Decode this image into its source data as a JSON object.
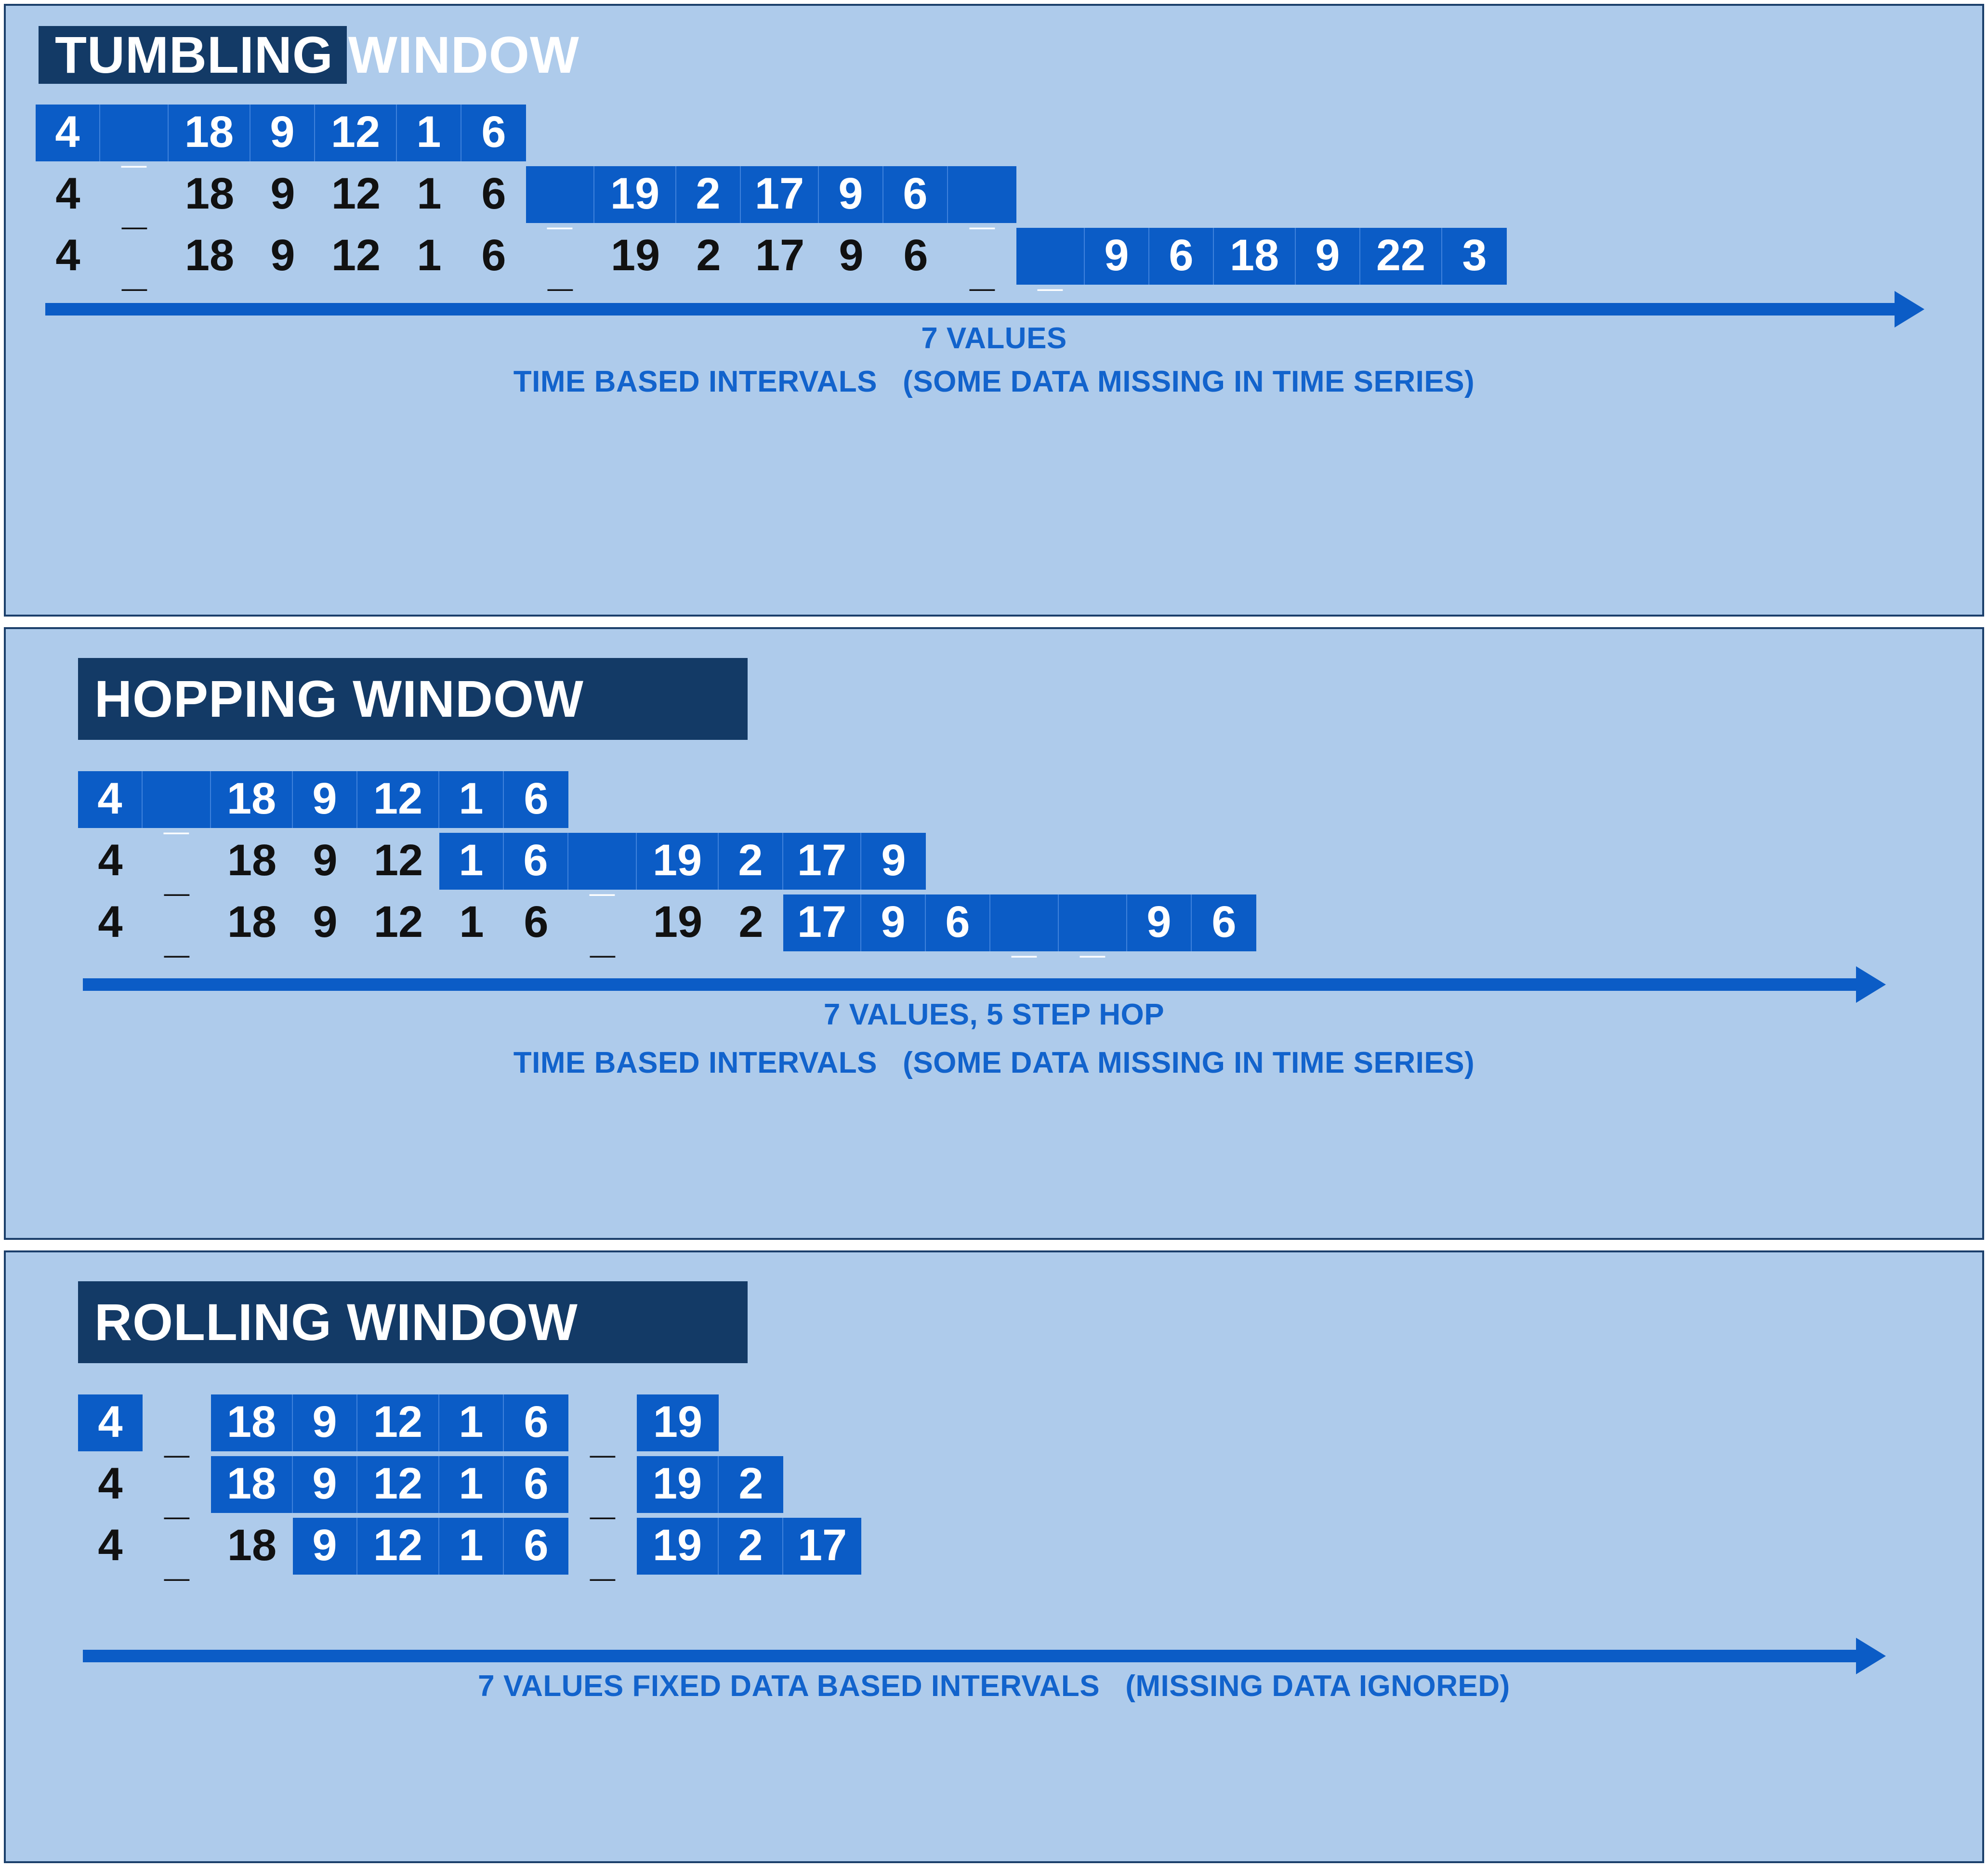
{
  "meta": {
    "bg_color": "#aecbeb",
    "panel_border_color": "#1b3f6b",
    "title_plate_color": "#133a66",
    "highlight_color": "#0b5cc6",
    "caption_color": "#1263cc",
    "value_text_dark": "#111111",
    "value_text_light": "#ffffff"
  },
  "panels": [
    {
      "id": "tumbling",
      "title": "TUMBLING WINDOW",
      "rows": [
        {
          "cells": [
            {
              "v": "4",
              "hl": true
            },
            {
              "v": "_",
              "hl": true
            },
            {
              "v": "18",
              "hl": true
            },
            {
              "v": "9",
              "hl": true
            },
            {
              "v": "12",
              "hl": true
            },
            {
              "v": "1",
              "hl": true
            },
            {
              "v": "6",
              "hl": true
            }
          ]
        },
        {
          "cells": [
            {
              "v": "4",
              "hl": false
            },
            {
              "v": "_",
              "hl": false
            },
            {
              "v": "18",
              "hl": false
            },
            {
              "v": "9",
              "hl": false
            },
            {
              "v": "12",
              "hl": false
            },
            {
              "v": "1",
              "hl": false
            },
            {
              "v": "6",
              "hl": false
            },
            {
              "v": "_",
              "hl": true
            },
            {
              "v": "19",
              "hl": true
            },
            {
              "v": "2",
              "hl": true
            },
            {
              "v": "17",
              "hl": true
            },
            {
              "v": "9",
              "hl": true
            },
            {
              "v": "6",
              "hl": true
            },
            {
              "v": "_",
              "hl": true
            }
          ]
        },
        {
          "cells": [
            {
              "v": "4",
              "hl": false
            },
            {
              "v": "_",
              "hl": false
            },
            {
              "v": "18",
              "hl": false
            },
            {
              "v": "9",
              "hl": false
            },
            {
              "v": "12",
              "hl": false
            },
            {
              "v": "1",
              "hl": false
            },
            {
              "v": "6",
              "hl": false
            },
            {
              "v": "_",
              "hl": false
            },
            {
              "v": "19",
              "hl": false
            },
            {
              "v": "2",
              "hl": false
            },
            {
              "v": "17",
              "hl": false
            },
            {
              "v": "9",
              "hl": false
            },
            {
              "v": "6",
              "hl": false
            },
            {
              "v": "_",
              "hl": false
            },
            {
              "v": "_",
              "hl": true
            },
            {
              "v": "9",
              "hl": true
            },
            {
              "v": "6",
              "hl": true
            },
            {
              "v": "18",
              "hl": true
            },
            {
              "v": "9",
              "hl": true
            },
            {
              "v": "22",
              "hl": true
            },
            {
              "v": "3",
              "hl": true
            }
          ]
        }
      ],
      "caption_line1": "7 VALUES",
      "caption_line2": "TIME BASED INTERVALS   (SOME DATA MISSING IN TIME SERIES)"
    },
    {
      "id": "hopping",
      "title": "HOPPING WINDOW",
      "rows": [
        {
          "cells": [
            {
              "v": "4",
              "hl": true
            },
            {
              "v": "_",
              "hl": true
            },
            {
              "v": "18",
              "hl": true
            },
            {
              "v": "9",
              "hl": true
            },
            {
              "v": "12",
              "hl": true
            },
            {
              "v": "1",
              "hl": true
            },
            {
              "v": "6",
              "hl": true
            }
          ]
        },
        {
          "cells": [
            {
              "v": "4",
              "hl": false
            },
            {
              "v": "_",
              "hl": false
            },
            {
              "v": "18",
              "hl": false
            },
            {
              "v": "9",
              "hl": false
            },
            {
              "v": "12",
              "hl": false
            },
            {
              "v": "1",
              "hl": true
            },
            {
              "v": "6",
              "hl": true
            },
            {
              "v": "_",
              "hl": true
            },
            {
              "v": "19",
              "hl": true
            },
            {
              "v": "2",
              "hl": true
            },
            {
              "v": "17",
              "hl": true
            },
            {
              "v": "9",
              "hl": true
            }
          ]
        },
        {
          "cells": [
            {
              "v": "4",
              "hl": false
            },
            {
              "v": "_",
              "hl": false
            },
            {
              "v": "18",
              "hl": false
            },
            {
              "v": "9",
              "hl": false
            },
            {
              "v": "12",
              "hl": false
            },
            {
              "v": "1",
              "hl": false
            },
            {
              "v": "6",
              "hl": false
            },
            {
              "v": "_",
              "hl": false
            },
            {
              "v": "19",
              "hl": false
            },
            {
              "v": "2",
              "hl": false
            },
            {
              "v": "17",
              "hl": true
            },
            {
              "v": "9",
              "hl": true
            },
            {
              "v": "6",
              "hl": true
            },
            {
              "v": "_",
              "hl": true
            },
            {
              "v": "_",
              "hl": true
            },
            {
              "v": "9",
              "hl": true
            },
            {
              "v": "6",
              "hl": true
            }
          ]
        }
      ],
      "caption_line1": "7 VALUES, 5 STEP HOP",
      "caption_line2": "TIME BASED INTERVALS   (SOME DATA MISSING IN TIME SERIES)"
    },
    {
      "id": "rolling",
      "title": "ROLLING WINDOW",
      "rows": [
        {
          "cells": [
            {
              "v": "4",
              "hl": true
            },
            {
              "v": "_",
              "hl": false
            },
            {
              "v": "18",
              "hl": true
            },
            {
              "v": "9",
              "hl": true
            },
            {
              "v": "12",
              "hl": true
            },
            {
              "v": "1",
              "hl": true
            },
            {
              "v": "6",
              "hl": true
            },
            {
              "v": "_",
              "hl": false
            },
            {
              "v": "19",
              "hl": true
            }
          ]
        },
        {
          "cells": [
            {
              "v": "4",
              "hl": false
            },
            {
              "v": "_",
              "hl": false
            },
            {
              "v": "18",
              "hl": true
            },
            {
              "v": "9",
              "hl": true
            },
            {
              "v": "12",
              "hl": true
            },
            {
              "v": "1",
              "hl": true
            },
            {
              "v": "6",
              "hl": true
            },
            {
              "v": "_",
              "hl": false
            },
            {
              "v": "19",
              "hl": true
            },
            {
              "v": "2",
              "hl": true
            }
          ]
        },
        {
          "cells": [
            {
              "v": "4",
              "hl": false
            },
            {
              "v": "_",
              "hl": false
            },
            {
              "v": "18",
              "hl": false
            },
            {
              "v": "9",
              "hl": true
            },
            {
              "v": "12",
              "hl": true
            },
            {
              "v": "1",
              "hl": true
            },
            {
              "v": "6",
              "hl": true
            },
            {
              "v": "_",
              "hl": false
            },
            {
              "v": "19",
              "hl": true
            },
            {
              "v": "2",
              "hl": true
            },
            {
              "v": "17",
              "hl": true
            }
          ]
        }
      ],
      "caption_line1": "7 VALUES FIXED DATA BASED INTERVALS   (MISSING DATA IGNORED)",
      "caption_line2": ""
    }
  ]
}
